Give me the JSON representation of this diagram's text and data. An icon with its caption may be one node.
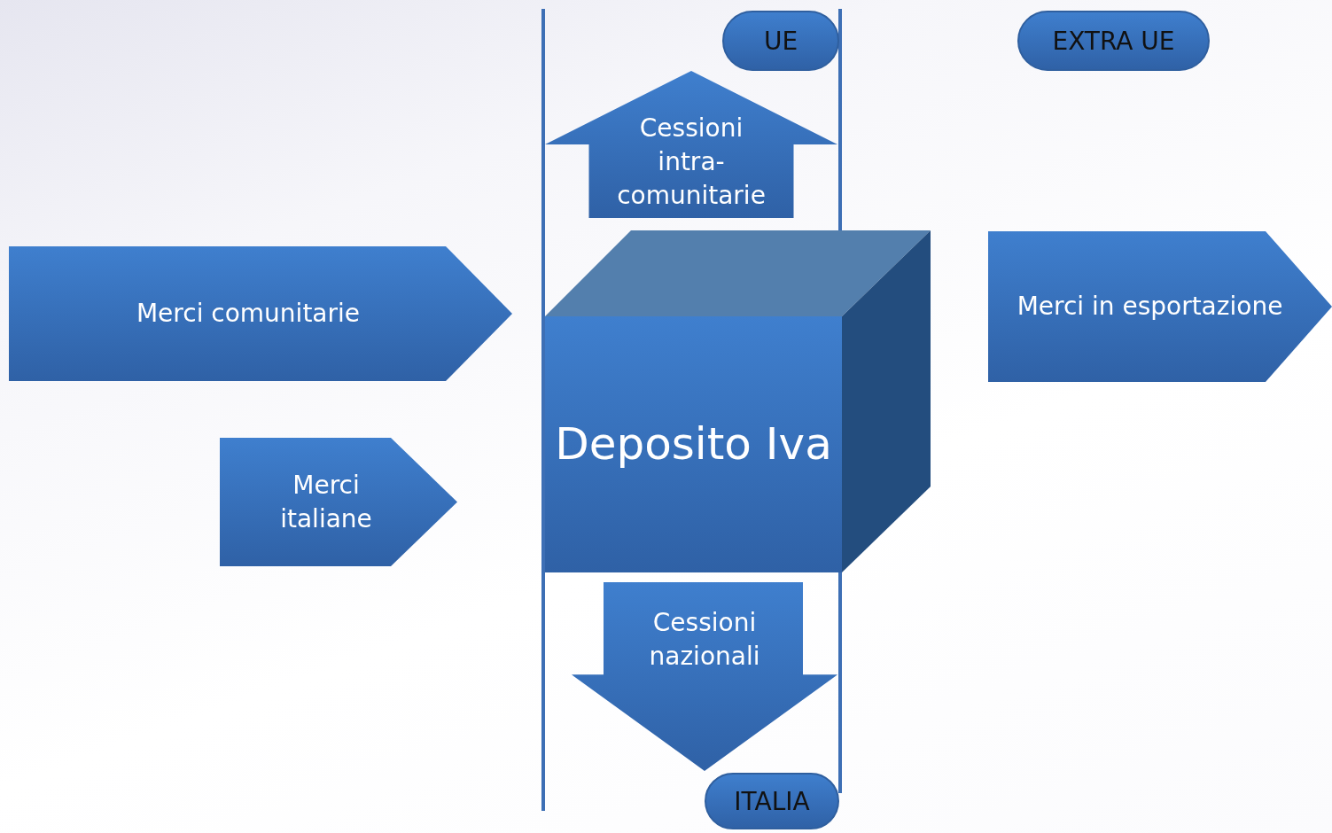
{
  "diagram": {
    "nodes": [
      {
        "text": [
          "UE"
        ]
      },
      {
        "text": [
          "EXTRA UE"
        ]
      },
      {
        "text": [
          "Cessioni intra-comunitarie"
        ]
      },
      {
        "text": [
          "Merci comunitarie"
        ]
      },
      {
        "text": [
          "Deposito Iva"
        ]
      },
      {
        "text": [
          "Merci in esportazione"
        ]
      },
      {
        "text": [
          "Merci italiane"
        ]
      },
      {
        "text": [
          "Cessioni nazionali"
        ]
      },
      {
        "text": [
          "ITALIA"
        ]
      }
    ],
    "edges": []
  }
}
